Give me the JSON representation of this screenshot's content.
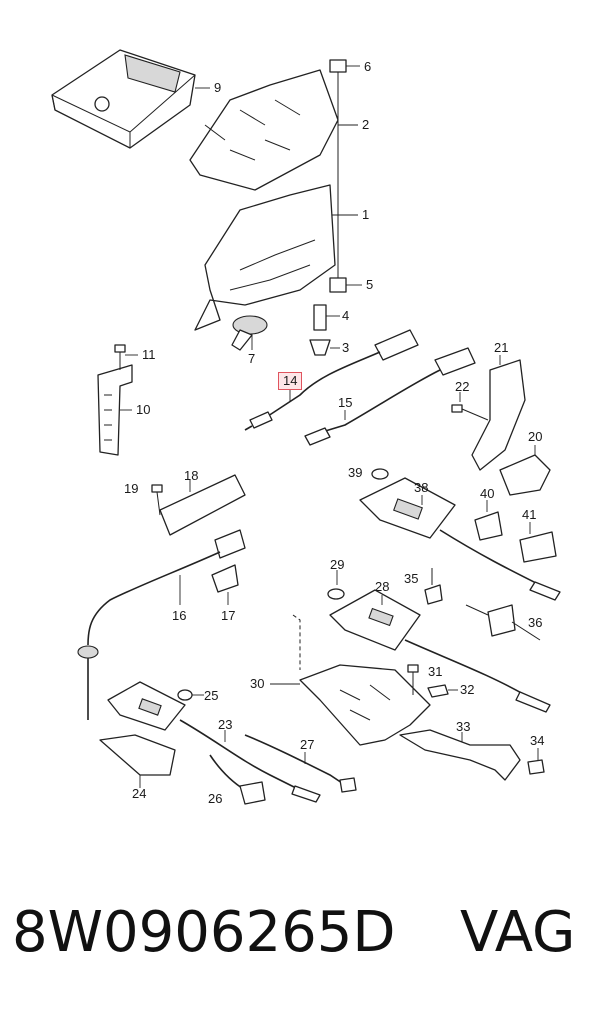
{
  "footer": {
    "part_number": "8W0906265D",
    "brand": "VAG"
  },
  "callouts": [
    {
      "id": "c1",
      "label": "1"
    },
    {
      "id": "c2",
      "label": "2"
    },
    {
      "id": "c3",
      "label": "3"
    },
    {
      "id": "c4",
      "label": "4"
    },
    {
      "id": "c5",
      "label": "5"
    },
    {
      "id": "c6",
      "label": "6"
    },
    {
      "id": "c7",
      "label": "7"
    },
    {
      "id": "c9",
      "label": "9"
    },
    {
      "id": "c10",
      "label": "10"
    },
    {
      "id": "c11",
      "label": "11"
    },
    {
      "id": "c14",
      "label": "14",
      "highlight": true
    },
    {
      "id": "c15",
      "label": "15"
    },
    {
      "id": "c16",
      "label": "16"
    },
    {
      "id": "c17",
      "label": "17"
    },
    {
      "id": "c18",
      "label": "18"
    },
    {
      "id": "c19",
      "label": "19"
    },
    {
      "id": "c20",
      "label": "20"
    },
    {
      "id": "c21",
      "label": "21"
    },
    {
      "id": "c22",
      "label": "22"
    },
    {
      "id": "c23",
      "label": "23"
    },
    {
      "id": "c24",
      "label": "24"
    },
    {
      "id": "c25",
      "label": "25"
    },
    {
      "id": "c26",
      "label": "26"
    },
    {
      "id": "c27",
      "label": "27"
    },
    {
      "id": "c28",
      "label": "28"
    },
    {
      "id": "c29",
      "label": "29"
    },
    {
      "id": "c30",
      "label": "30"
    },
    {
      "id": "c31",
      "label": "31"
    },
    {
      "id": "c32",
      "label": "32"
    },
    {
      "id": "c33",
      "label": "33"
    },
    {
      "id": "c34",
      "label": "34"
    },
    {
      "id": "c35",
      "label": "35"
    },
    {
      "id": "c36",
      "label": "36"
    },
    {
      "id": "c38",
      "label": "38"
    },
    {
      "id": "c39",
      "label": "39"
    },
    {
      "id": "c40",
      "label": "40"
    },
    {
      "id": "c41",
      "label": "41"
    }
  ],
  "colors": {
    "highlight_border": "#e0545e",
    "highlight_fill": "#fde6e8",
    "line": "#222222"
  }
}
